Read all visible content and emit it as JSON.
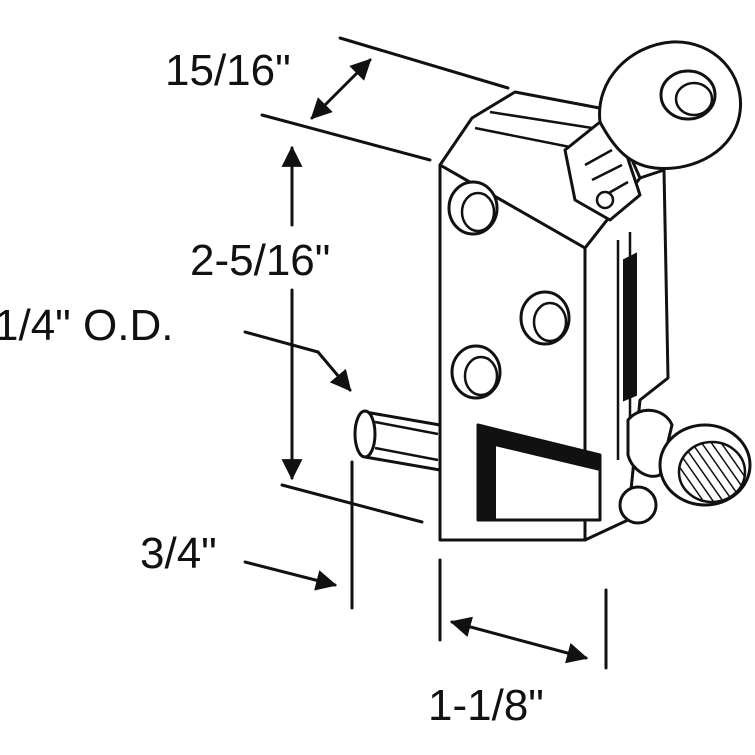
{
  "dimensions": {
    "depth": "15/16\"",
    "height": "2-5/16\"",
    "pin_diameter": "1/4\" O.D.",
    "pin_length": "3/4\"",
    "width": "1-1/8\""
  },
  "colors": {
    "ink": "#111111",
    "background": "#ffffff"
  }
}
